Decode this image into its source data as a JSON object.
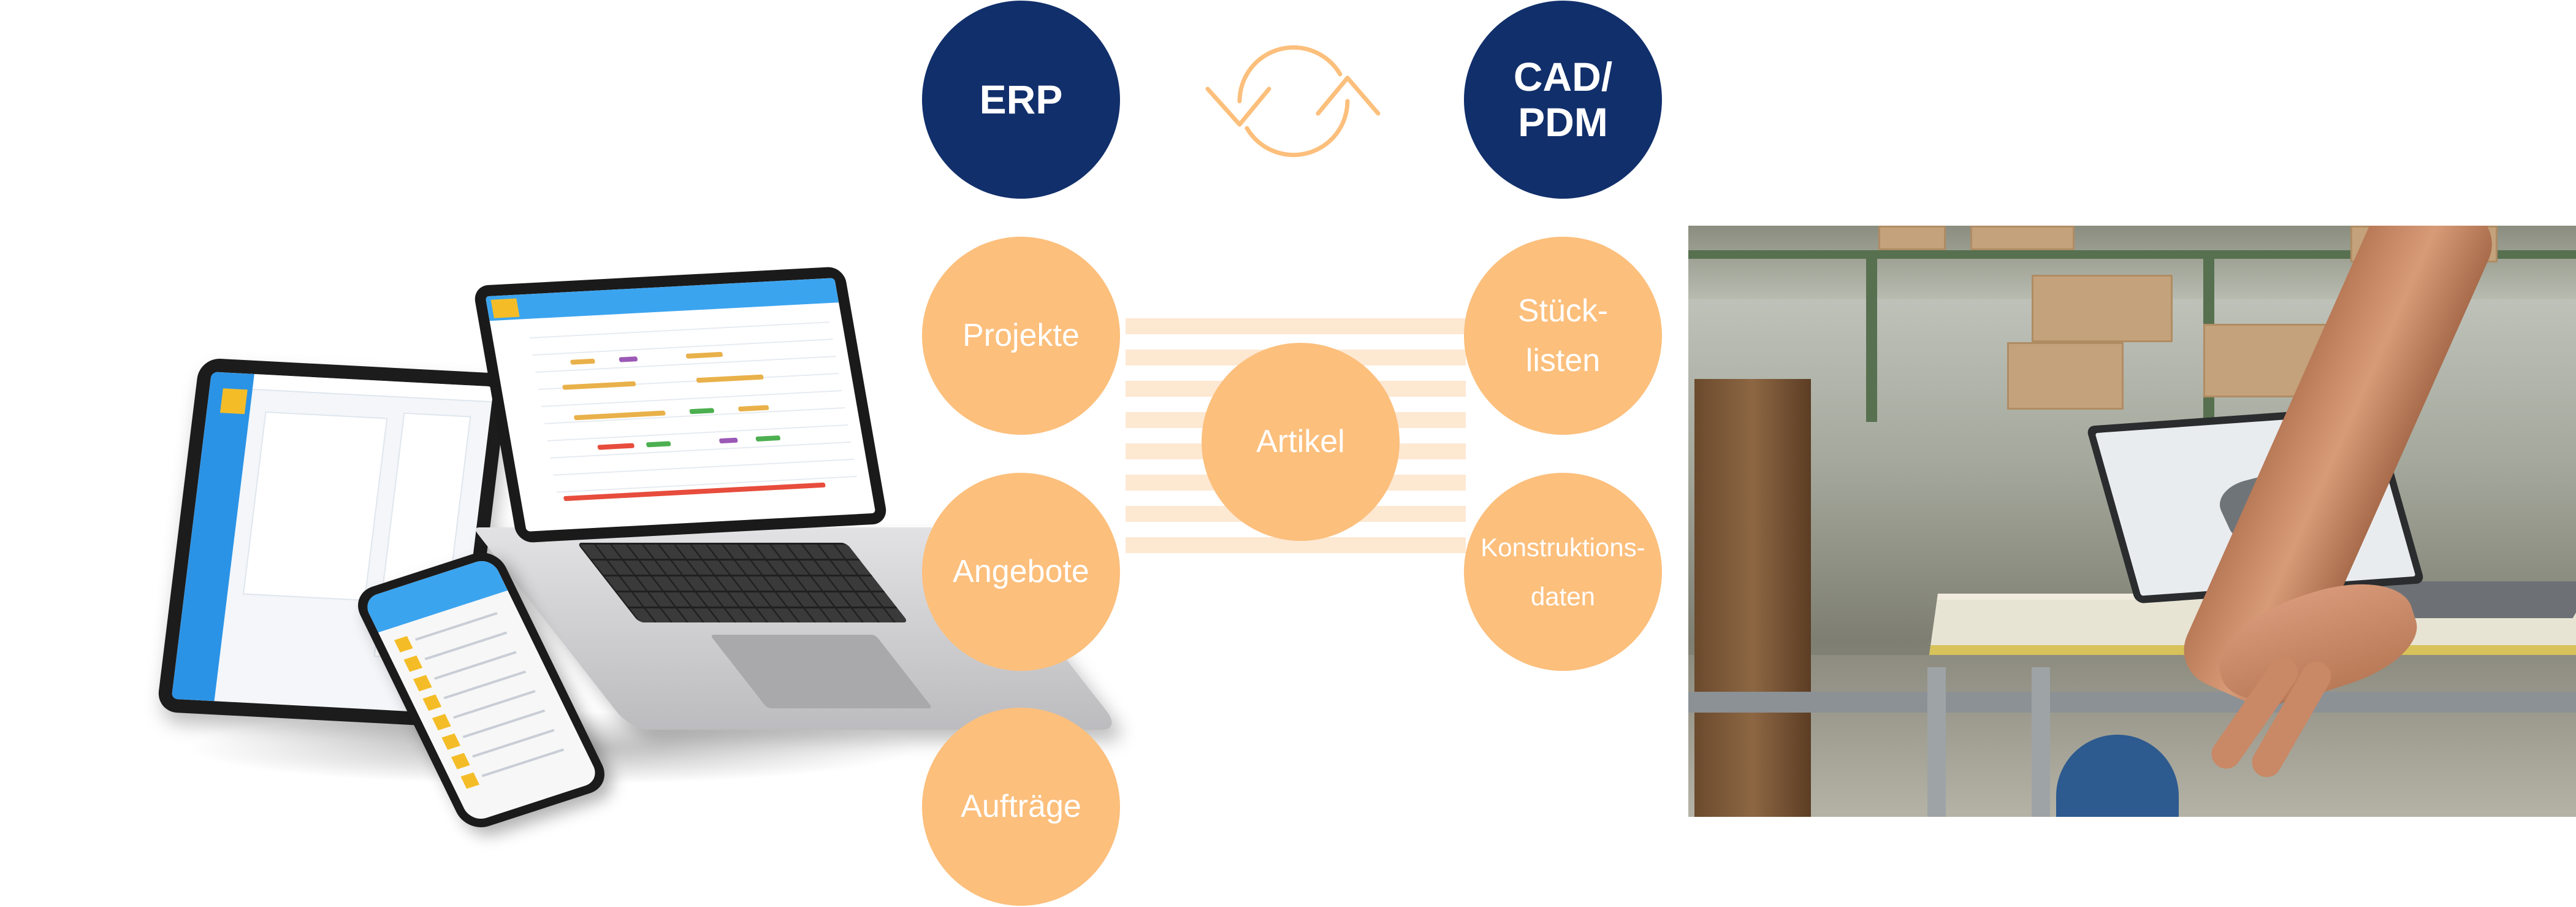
{
  "header": {
    "erp_label": "ERP",
    "cad_label": "CAD/\nPDM"
  },
  "left_column": {
    "items": [
      "Projekte",
      "Angebote",
      "Aufträge"
    ]
  },
  "center": {
    "shared_label": "Artikel"
  },
  "right_column": {
    "items": [
      "Stück-\nlisten",
      "Konstruktions-\ndaten"
    ]
  },
  "icons": {
    "sync": "sync-arrows-icon"
  },
  "colors": {
    "navy": "#112f6b",
    "orange": "#fcbf7c",
    "stripe": "#fde8d2"
  }
}
